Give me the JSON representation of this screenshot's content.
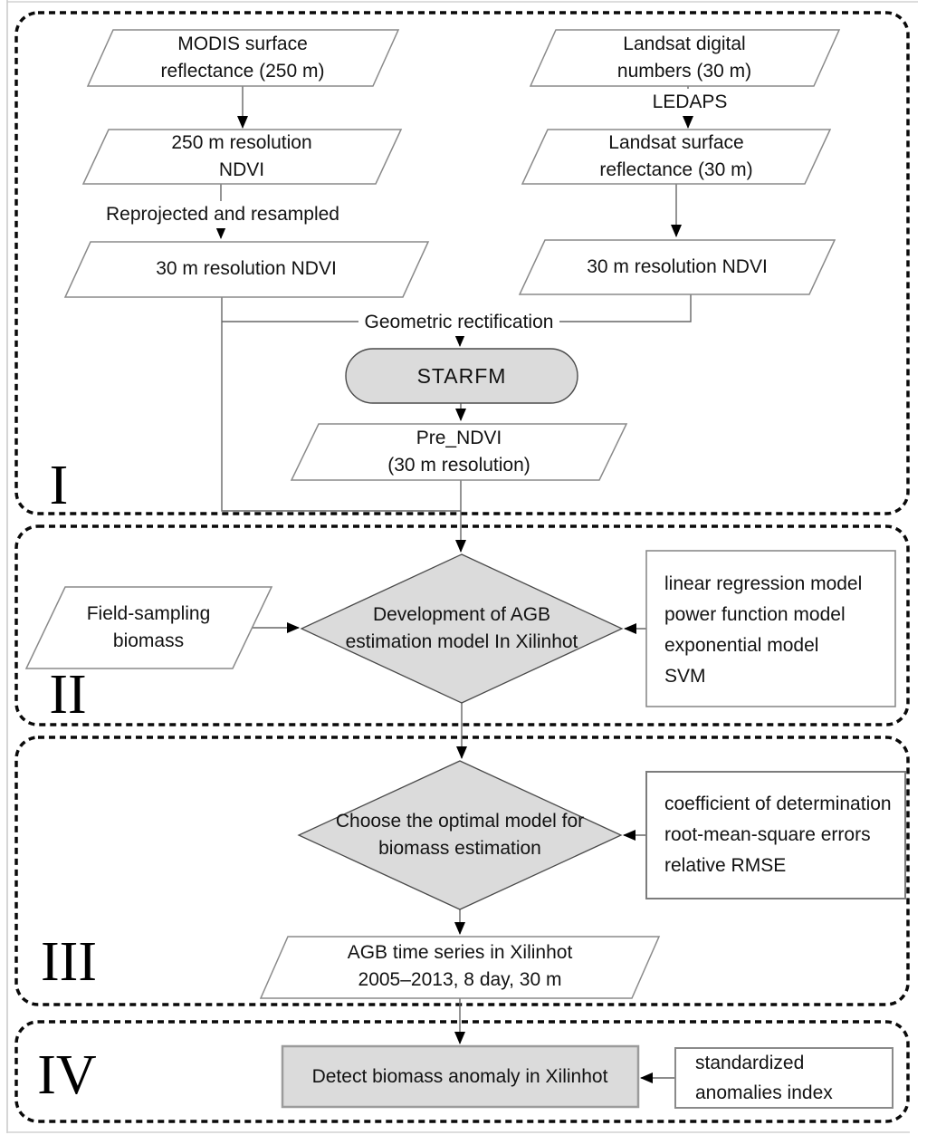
{
  "figure_type": "flowchart",
  "sections": [
    {
      "numeral": "I"
    },
    {
      "numeral": "II"
    },
    {
      "numeral": "III"
    },
    {
      "numeral": "IV"
    }
  ],
  "nodes": {
    "modis": {
      "l1": "MODIS surface",
      "l2": "reflectance (250 m)"
    },
    "landsat_dn": {
      "l1": "Landsat digital",
      "l2": "numbers (30 m)"
    },
    "ndvi250": {
      "l1": "250 m resolution",
      "l2": "NDVI"
    },
    "landsat_sr": {
      "l1": "Landsat surface",
      "l2": "reflectance (30 m)"
    },
    "ndvi30_left": {
      "l1": "30 m resolution NDVI"
    },
    "ndvi30_right": {
      "l1": "30 m resolution NDVI"
    },
    "starfm": {
      "l1": "STARFM"
    },
    "pre_ndvi": {
      "l1": "Pre_NDVI",
      "l2": "(30 m resolution)"
    },
    "field_sampling": {
      "l1": "Field-sampling",
      "l2": "biomass"
    },
    "dev_agb_model": {
      "l1": "Development of AGB",
      "l2": "estimation model In Xilinhot"
    },
    "candidate_models": {
      "lines": [
        "linear regression model",
        "power function model",
        "exponential model",
        "SVM"
      ]
    },
    "choose_model": {
      "l1": "Choose the optimal model for",
      "l2": "biomass estimation"
    },
    "eval_metrics": {
      "lines": [
        "coefficient of determination",
        "root-mean-square errors",
        "relative RMSE"
      ]
    },
    "agb_series": {
      "l1": "AGB time series in Xilinhot",
      "l2": "2005–2013, 8 day, 30 m"
    },
    "detect_anomaly": {
      "l1": "Detect biomass anomaly in Xilinhot"
    },
    "sai": {
      "lines": [
        "standardized",
        "anomalies index"
      ]
    }
  },
  "edge_labels": {
    "ledaps": "LEDAPS",
    "reprojected": "Reprojected and resampled",
    "geometric": "Geometric rectification"
  },
  "colors": {
    "node_fill_gray": "#dbdbdb",
    "node_fill_white": "#ffffff",
    "shape_stroke": "#8a8a8a",
    "emphasis_stroke": "#4a4a4a",
    "section_border": "#0a0a0a",
    "connector": "#666666",
    "arrowhead": "#000000"
  }
}
